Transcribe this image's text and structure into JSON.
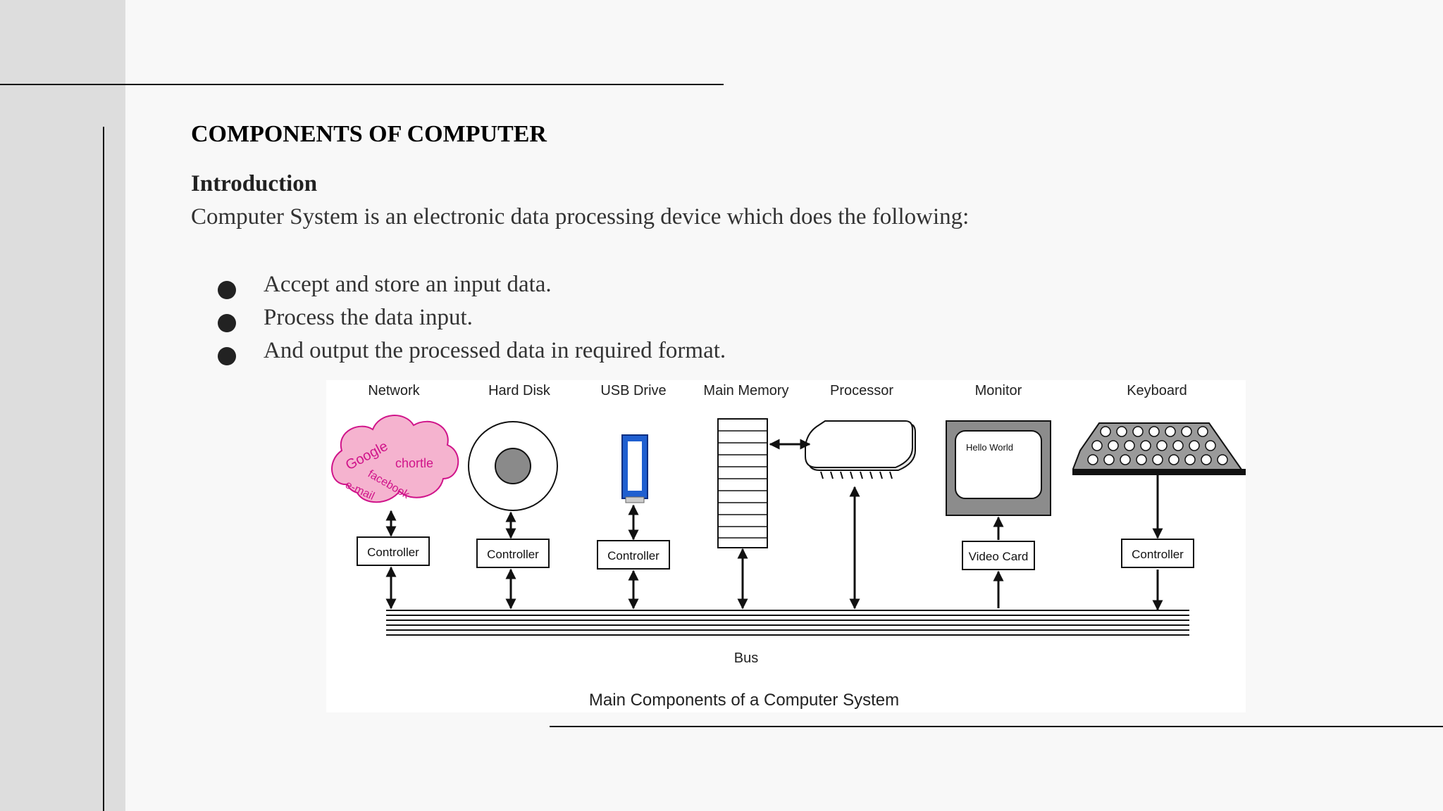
{
  "slide": {
    "title": "COMPONENTS OF COMPUTER",
    "subtitle": "Introduction",
    "intro": "Computer System is an electronic data processing device which does the following:",
    "bullets": [
      "Accept and store an input data.",
      "Process the data input.",
      "And output the processed data in required format."
    ]
  },
  "diagram": {
    "components": [
      "Network",
      "Hard Disk",
      "USB Drive",
      "Main Memory",
      "Processor",
      "Monitor",
      "Keyboard"
    ],
    "controller_label": "Controller",
    "video_card_label": "Video Card",
    "bus_label": "Bus",
    "caption": "Main Components of a Computer System",
    "cloud_words": [
      "Google",
      "chortle",
      "facebook",
      "e-mail"
    ],
    "monitor_screen_text": "Hello World",
    "colors": {
      "cloud_fill": "#f5b3cf",
      "cloud_text": "#d0148a",
      "usb_blue": "#1f5fd0",
      "monitor_gray": "#8c8c8c",
      "disk_gray": "#8a8a8a"
    }
  }
}
